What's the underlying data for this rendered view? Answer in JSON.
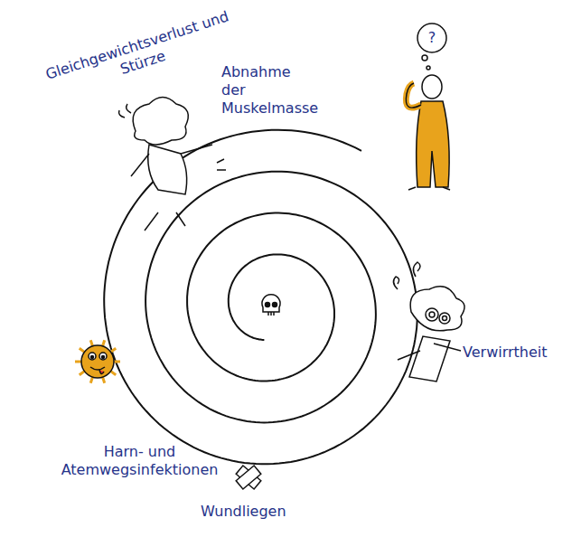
{
  "diagram": {
    "labels": [
      "Gleichgewichtsverlust und Stürze",
      "Abnahme der Muskelmasse",
      "?",
      "Verwirrtheit",
      "Harn- und Atemwegsinfektionen",
      "Wundliegen"
    ]
  }
}
